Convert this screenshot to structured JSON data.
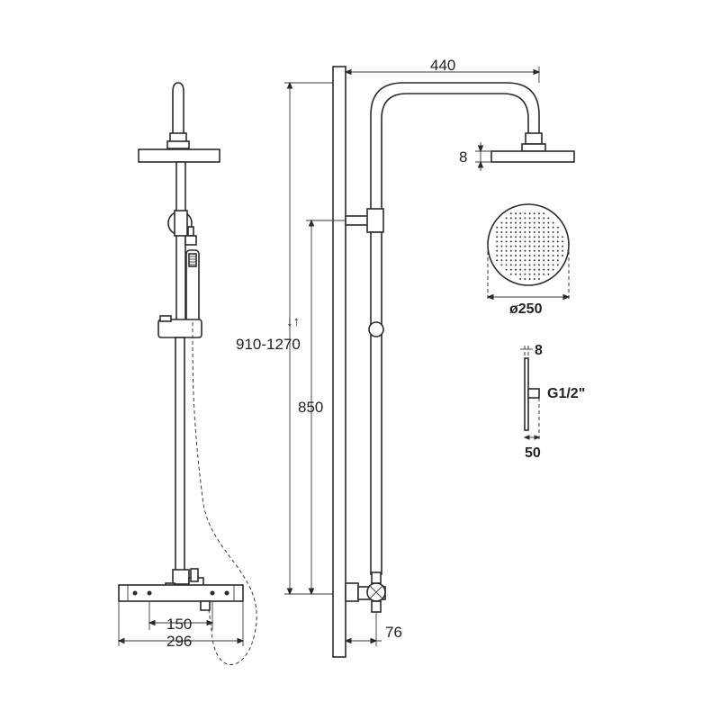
{
  "dimensions": {
    "arm_reach": "440",
    "head_thickness": "8",
    "head_diameter": "ø250",
    "height_range": "910-1270",
    "adjust_symbol": "↓↑",
    "bar_height": "850",
    "wall_offset": "76",
    "inlet_centres": "150",
    "valve_width": "296",
    "side_thickness": "8",
    "connection_thread": "G1/2\"",
    "side_depth": "50"
  },
  "colors": {
    "line": "#2b2b2b",
    "background": "#ffffff"
  }
}
